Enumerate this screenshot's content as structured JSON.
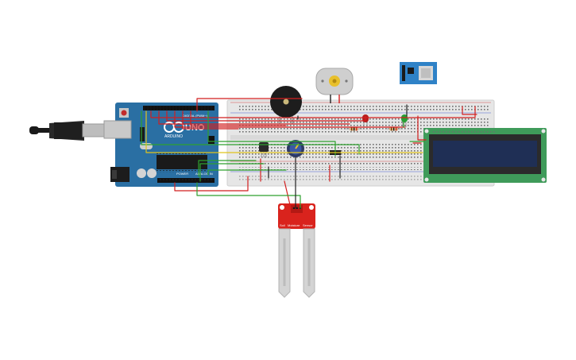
{
  "arduino": {
    "logo_text": "UNO",
    "brand_text": "ARDUINO",
    "digital_label": "DIGITAL (PWM~)",
    "power_label": "POWER",
    "analog_label": "ANALOG IN"
  },
  "soil_sensor": {
    "label_left": "Soil",
    "label_mid": "Moisture",
    "label_right": "Sensor"
  },
  "colors": {
    "arduino_board": "#2a6fa3",
    "breadboard": "#e6e6e6",
    "lcd_board": "#3f9b5a",
    "lcd_screen": "#1f2f55",
    "wire_red": "#d21f1f",
    "wire_green": "#2ea12e",
    "wire_yellow": "#e0c41c",
    "wire_black": "#222222",
    "sensor_board": "#d9231d",
    "led_red": "#b41e1e",
    "led_green": "#23a035"
  },
  "components": {
    "usb_cable": "usb-cable",
    "motor": "dc-motor",
    "buzzer": "piezo-buzzer",
    "wifi_module": "esp8266-module",
    "potentiometer": "potentiometer",
    "temperature_sensor": "temperature-sensor",
    "lcd": "lcd-16x2",
    "transistor": "transistor"
  }
}
